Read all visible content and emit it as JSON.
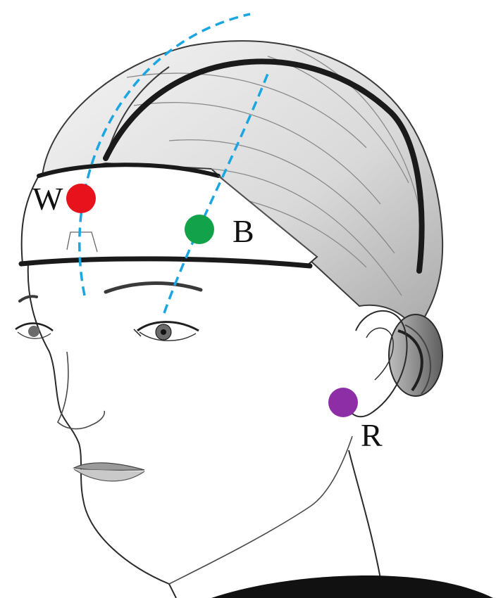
{
  "figure": {
    "background": "#ffffff",
    "sketch_color": "#2b2b2b",
    "band_color": "#1a1a1a",
    "dashed_line_color": "#1aa6e0"
  },
  "electrodes": [
    {
      "id": "W",
      "label": "W",
      "color": "#e8121c"
    },
    {
      "id": "B",
      "label": "B",
      "color": "#12a24a"
    },
    {
      "id": "R",
      "label": "R",
      "color": "#8e2ea6"
    }
  ]
}
